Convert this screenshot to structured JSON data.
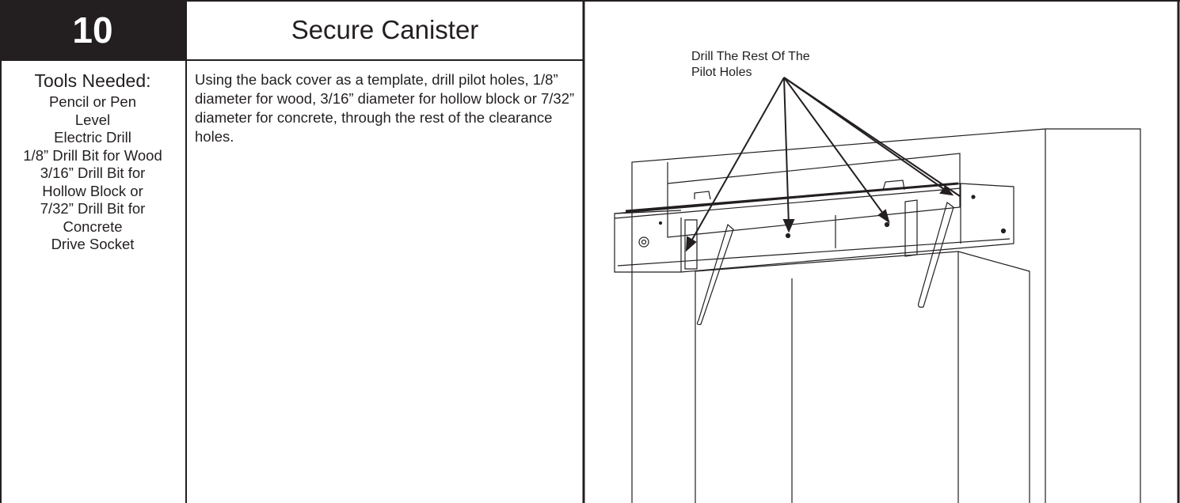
{
  "step": {
    "number": "10",
    "title": "Secure Canister"
  },
  "tools": {
    "heading": "Tools Needed:",
    "items": [
      "Pencil or Pen",
      "Level",
      "Electric Drill",
      "1/8” Drill Bit for Wood",
      "3/16” Drill Bit for",
      "Hollow Block or",
      "7/32” Drill Bit for",
      "Concrete",
      "Drive Socket"
    ]
  },
  "instructions": {
    "text": "Using the back cover as a template, drill pilot holes, 1/8” diameter for wood, 3/16” diameter for hollow block or 7/32” diameter for concrete, through the rest of the clearance holes."
  },
  "illustration": {
    "callout_line1": "Drill The Rest Of The",
    "callout_line2": "Pilot Holes"
  },
  "colors": {
    "ink": "#231f20",
    "paper": "#ffffff"
  }
}
